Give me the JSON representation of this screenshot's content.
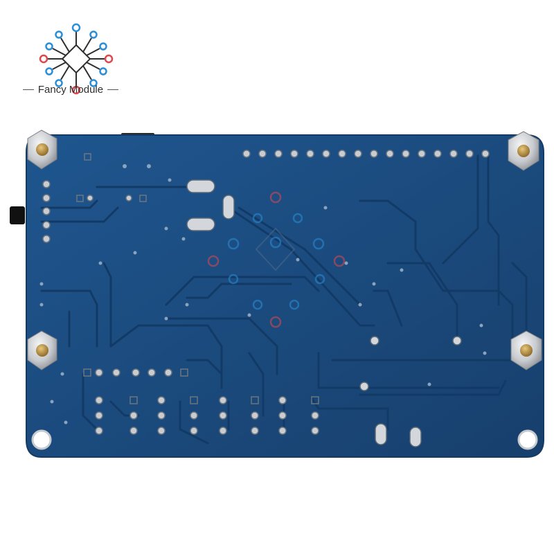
{
  "brand": {
    "name": "Fancy Module",
    "logo_icon": "circuit-node-logo",
    "colors": {
      "blue": "#2a8fd8",
      "red": "#e0474c",
      "ink": "#2e2e2e"
    }
  },
  "photo": {
    "subject": "pcb-back-side",
    "colors": {
      "board": "#1c4f86",
      "board_edge": "#153f6d",
      "trace": "#1d5a98",
      "pad": "#c9ccd0",
      "nut": "#d9dbde",
      "brass": "#b48a3c",
      "watermark_blue": "#2a8fd8",
      "watermark_red": "#e0474c"
    }
  }
}
